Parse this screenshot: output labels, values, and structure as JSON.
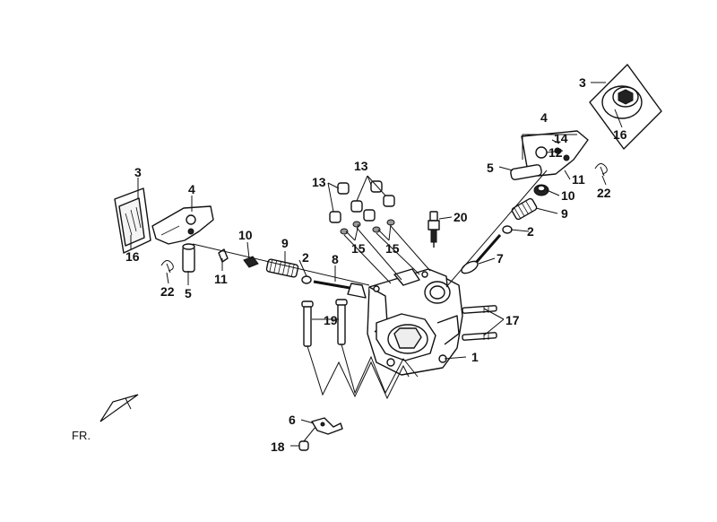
{
  "labels": {
    "c1": "1",
    "c2a": "2",
    "c2b": "2",
    "c3a": "3",
    "c3b": "3",
    "c4a": "4",
    "c4b": "4",
    "c5a": "5",
    "c5b": "5",
    "c6": "6",
    "c7": "7",
    "c8": "8",
    "c9a": "9",
    "c9b": "9",
    "c10a": "10",
    "c10b": "10",
    "c11a": "11",
    "c11b": "11",
    "c12": "12",
    "c13a": "13",
    "c13b": "13",
    "c14": "14",
    "c15a": "15",
    "c15b": "15",
    "c16a": "16",
    "c16b": "16",
    "c17": "17",
    "c18": "18",
    "c19": "19",
    "c20": "20",
    "c22a": "22",
    "c22b": "22"
  },
  "front_indicator": {
    "text": "FR."
  }
}
